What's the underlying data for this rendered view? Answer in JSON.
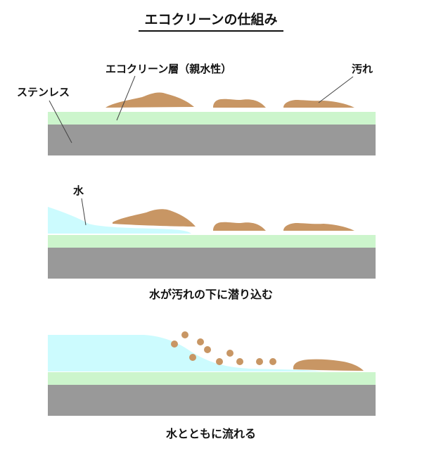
{
  "title": "エコクリーンの仕組み",
  "labels": {
    "stainless": "ステンレス",
    "coating": "エコクリーン層（親水性）",
    "dirt": "汚れ",
    "water": "水"
  },
  "captions": {
    "step2": "水が汚れの下に潜り込む",
    "step3": "水とともに流れる"
  },
  "colors": {
    "stainless": "#999999",
    "coating": "#ccf5cc",
    "dirt": "#c89664",
    "water": "#ccfbfe",
    "text": "#111111"
  },
  "icons": {
    "leader": "leader-line"
  }
}
